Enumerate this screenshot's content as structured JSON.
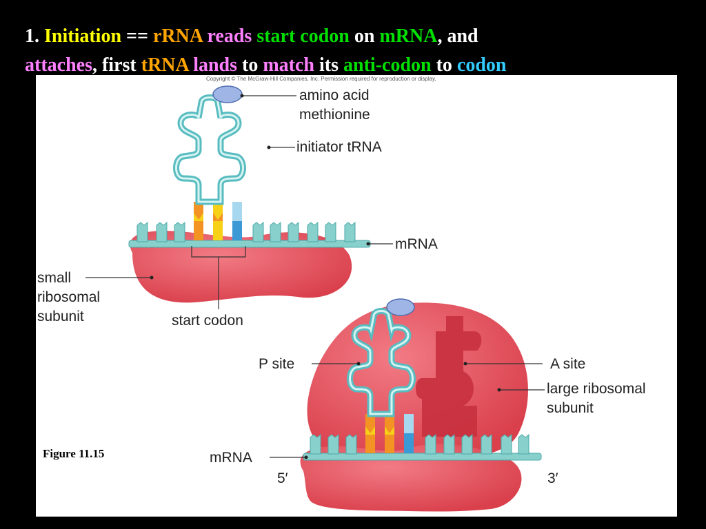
{
  "title": {
    "line1": [
      {
        "text": "1. ",
        "color": "w"
      },
      {
        "text": "Initiation",
        "color": "y"
      },
      {
        "text": " == ",
        "color": "w"
      },
      {
        "text": "rRNA",
        "color": "o"
      },
      {
        "text": " ",
        "color": "w"
      },
      {
        "text": "reads",
        "color": "m"
      },
      {
        "text": " ",
        "color": "w"
      },
      {
        "text": "start codon",
        "color": "g"
      },
      {
        "text": " on ",
        "color": "w"
      },
      {
        "text": "mRNA",
        "color": "g"
      },
      {
        "text": ", and",
        "color": "w"
      }
    ],
    "line2": [
      {
        "text": "attaches",
        "color": "m"
      },
      {
        "text": ", first ",
        "color": "w"
      },
      {
        "text": "tRNA",
        "color": "o"
      },
      {
        "text": " ",
        "color": "w"
      },
      {
        "text": "lands",
        "color": "m"
      },
      {
        "text": " to ",
        "color": "w"
      },
      {
        "text": "match",
        "color": "m"
      },
      {
        "text": " its ",
        "color": "w"
      },
      {
        "text": "anti-codon",
        "color": "g"
      },
      {
        "text": " to ",
        "color": "w"
      },
      {
        "text": "codon",
        "color": "c"
      }
    ]
  },
  "figure": {
    "copyright": "Copyright © The McGraw-Hill Companies, Inc. Permission required for reproduction or display.",
    "labels": {
      "amino_acid_1": "amino acid",
      "amino_acid_2": "methionine",
      "initiator_trna": "initiator tRNA",
      "mrna_top": "mRNA",
      "small_1": "small",
      "small_2": "ribosomal",
      "small_3": "subunit",
      "start_codon": "start codon",
      "p_site": "P site",
      "a_site": "A site",
      "large_1": "large ribosomal",
      "large_2": "subunit",
      "mrna_bottom": "mRNA",
      "five_prime": "5′",
      "three_prime": "3′"
    },
    "caption": "Figure 11.15"
  },
  "colors": {
    "ribosome": "#e8525e",
    "ribosome_dark": "#c8303e",
    "trna": "#7ecfd0",
    "mrna_base": "#88d0cc",
    "codon_orange": "#f39323",
    "codon_yellow": "#f7d117",
    "codon_blue": "#3b9ad6",
    "amino_acid": "#9fb5e6"
  }
}
